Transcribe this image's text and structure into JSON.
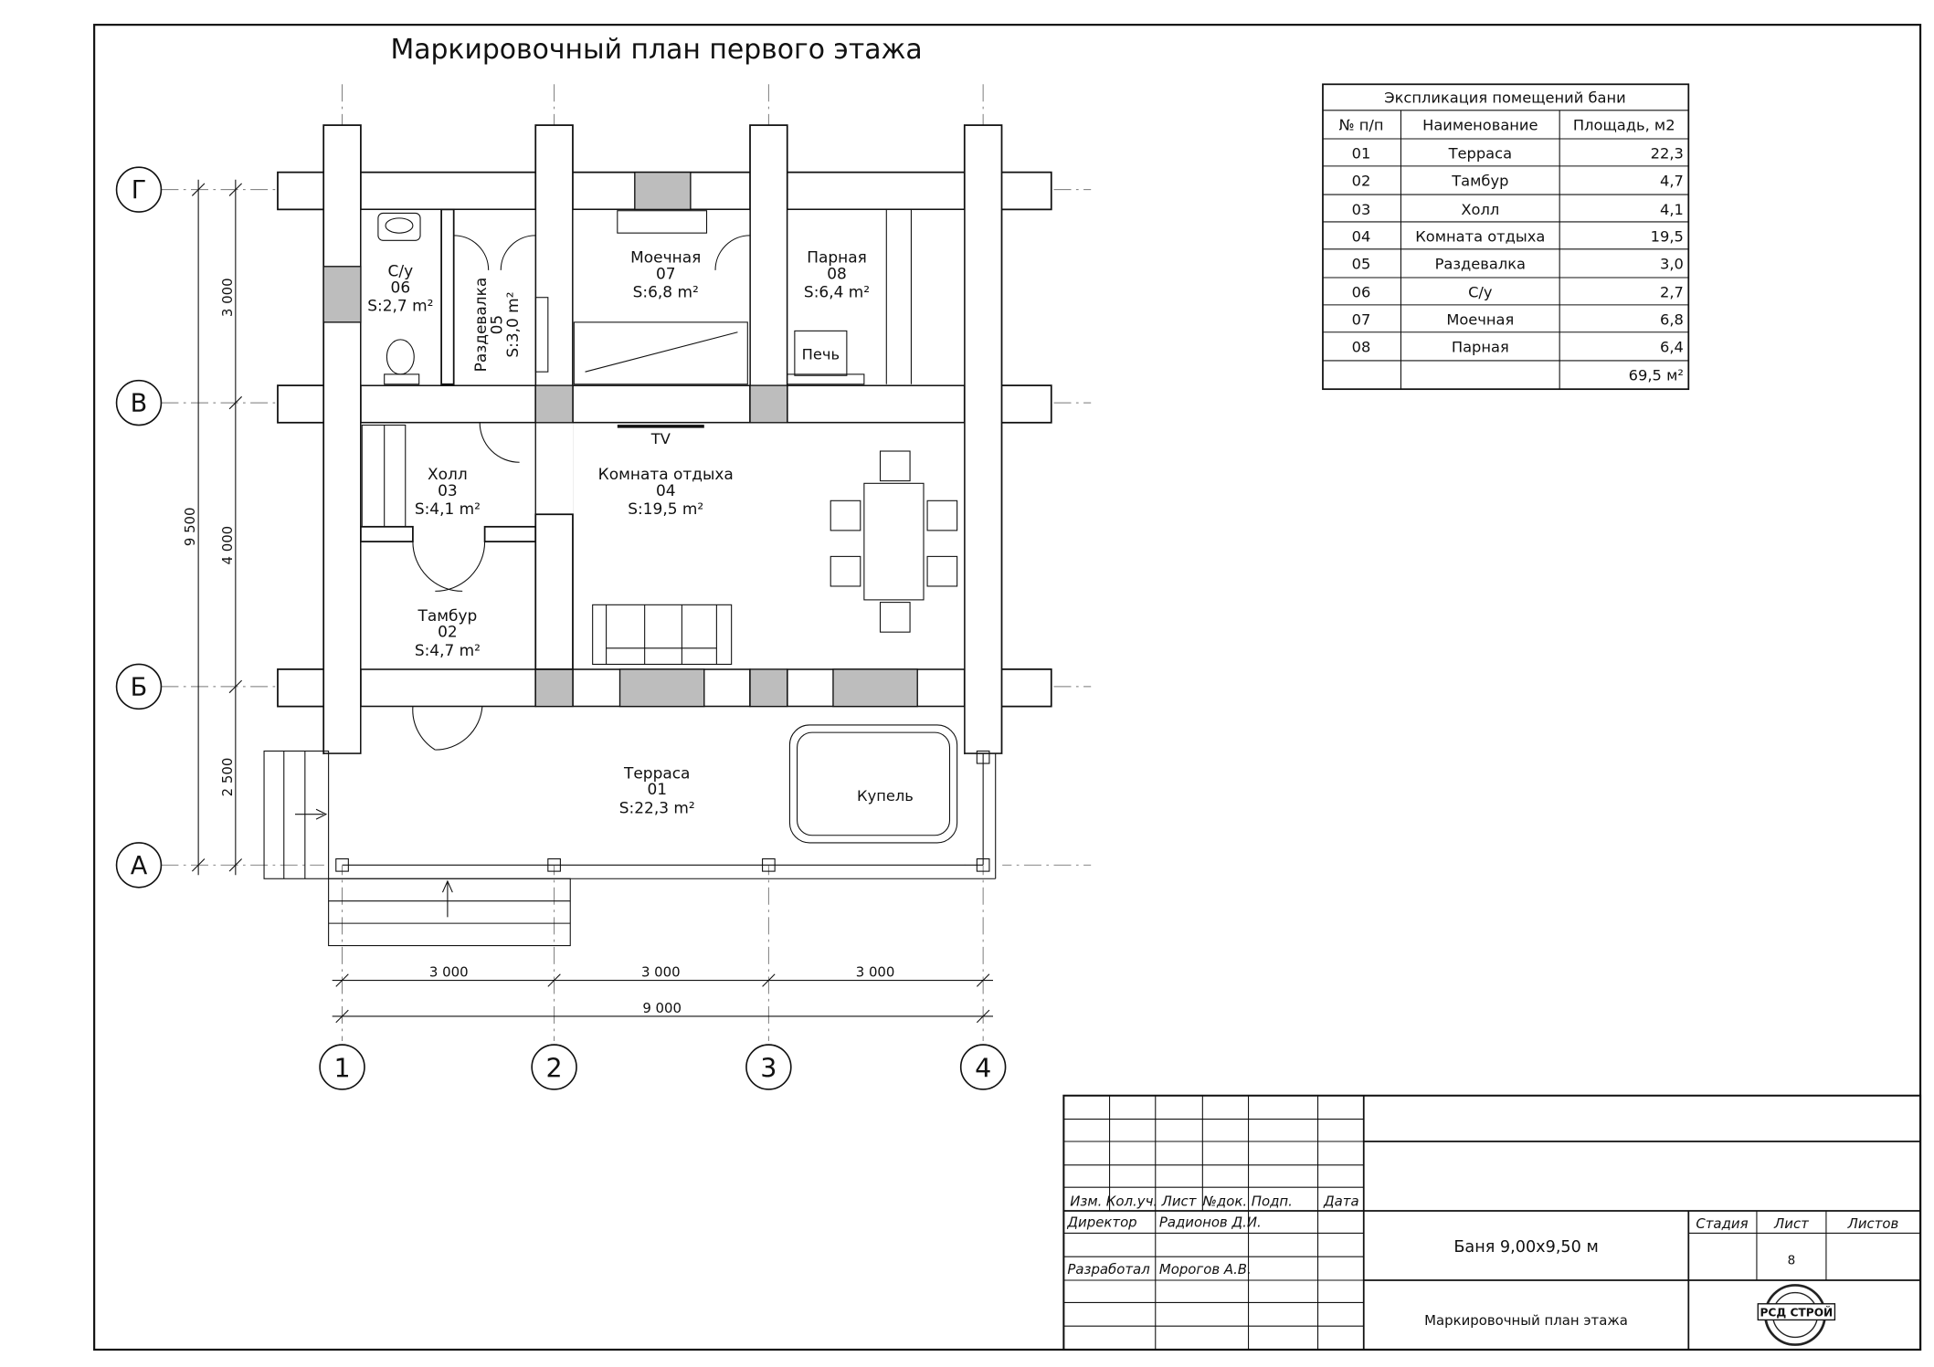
{
  "title": "Маркировочный план первого этажа",
  "axes": {
    "rows": [
      {
        "label": "Г"
      },
      {
        "label": "В"
      },
      {
        "label": "Б"
      },
      {
        "label": "А"
      }
    ],
    "cols": [
      {
        "label": "1"
      },
      {
        "label": "2"
      },
      {
        "label": "3"
      },
      {
        "label": "4"
      }
    ]
  },
  "dimensions": {
    "left_total": "9 500",
    "left_segments": [
      "3 000",
      "4 000",
      "2 500"
    ],
    "bottom_segments": [
      "3 000",
      "3 000",
      "3 000"
    ],
    "bottom_total": "9 000"
  },
  "rooms": [
    {
      "name": "Моечная",
      "num": "07",
      "area": "S:6,8 m²"
    },
    {
      "name": "Парная",
      "num": "08",
      "area": "S:6,4 m²"
    },
    {
      "name": "С/у",
      "num": "06",
      "area": "S:2,7 m²"
    },
    {
      "name": "Раздевалка",
      "num": "05",
      "area": "S:3,0 m²"
    },
    {
      "name": "Холл",
      "num": "03",
      "area": "S:4,1 m²"
    },
    {
      "name": "Комната отдыха",
      "num": "04",
      "area": "S:19,5 m²"
    },
    {
      "name": "Тамбур",
      "num": "02",
      "area": "S:4,7 m²"
    },
    {
      "name": "Терраса",
      "num": "01",
      "area": "S:22,3 m²"
    }
  ],
  "furniture": {
    "stove": "Печь",
    "tv": "TV",
    "pool": "Купель"
  },
  "explication": {
    "title": "Экспликация помещений бани",
    "headers": [
      "№ п/п",
      "Наименование",
      "Площадь, м2"
    ],
    "rows": [
      [
        "01",
        "Терраса",
        "22,3"
      ],
      [
        "02",
        "Тамбур",
        "4,7"
      ],
      [
        "03",
        "Холл",
        "4,1"
      ],
      [
        "04",
        "Комната отдыха",
        "19,5"
      ],
      [
        "05",
        "Раздевалка",
        "3,0"
      ],
      [
        "06",
        "С/у",
        "2,7"
      ],
      [
        "07",
        "Моечная",
        "6,8"
      ],
      [
        "08",
        "Парная",
        "6,4"
      ]
    ],
    "total": "69,5 м²"
  },
  "title_block": {
    "headers": [
      "Изм.",
      "Кол.уч.",
      "Лист",
      "№док.",
      "Подп.",
      "Дата"
    ],
    "role_director": "Директор",
    "name_director": "Радионов Д.И.",
    "role_developer": "Разработал",
    "name_developer": "Морогов А.В.",
    "project": "Баня 9,00х9,50 м",
    "stage_label": "Стадия",
    "sheet_label": "Лист",
    "sheets_label": "Листов",
    "sheet_value": "8",
    "drawing": "Маркировочный план этажа",
    "logo_text": "РСД СТРОЙ"
  }
}
